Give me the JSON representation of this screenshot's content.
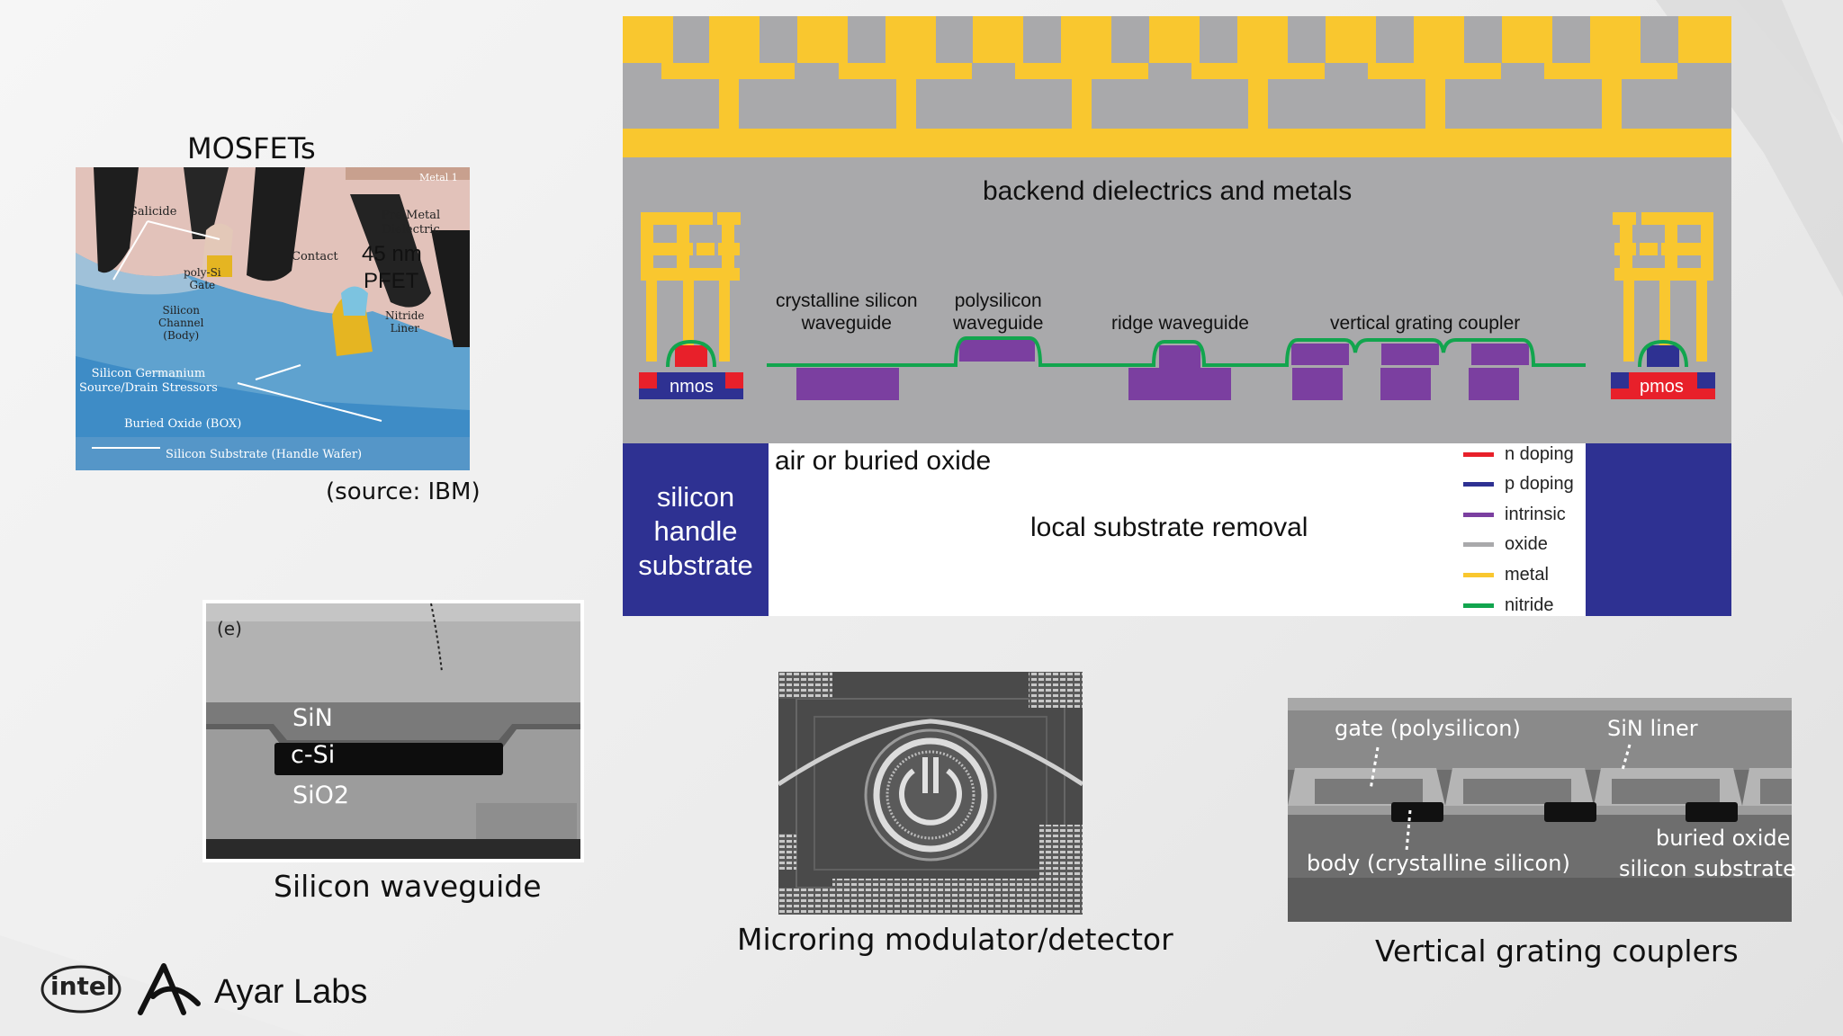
{
  "mosfet": {
    "title": "MOSFETs",
    "source": "(source: IBM)",
    "labels": {
      "metal1": "Metal 1",
      "salicide": "Salicide",
      "premetal": "Pre-Metal\nDielectric",
      "contact": "Contact",
      "node": "45 nm",
      "pfet": "PFET",
      "polysi": "poly-Si\nGate",
      "channel": "Silicon\nChannel\n(Body)",
      "nitride": "Nitride\nLiner",
      "sige": "Silicon Germanium\nSource/Drain Stressors",
      "box": "Buried Oxide (BOX)",
      "handle": "Silicon Substrate (Handle Wafer)"
    }
  },
  "waveguide": {
    "panel_tag": "(e)",
    "sin": "SiN",
    "csi": "c-Si",
    "sio2": "SiO2",
    "caption": "Silicon waveguide"
  },
  "microring": {
    "caption": "Microring modulator/detector"
  },
  "grating": {
    "gate": "gate (polysilicon)",
    "sin_liner": "SiN liner",
    "body": "body (crystalline silicon)",
    "buried_oxide": "buried oxide",
    "silicon_substrate": "silicon substrate",
    "caption": "Vertical grating couplers"
  },
  "diagram": {
    "backend": "backend dielectrics and metals",
    "crystalline": "crystalline silicon\nwaveguide",
    "polysilicon": "polysilicon\nwaveguide",
    "ridge": "ridge waveguide",
    "vgc": "vertical grating coupler",
    "nmos": "nmos",
    "pmos": "pmos",
    "air": "air or buried oxide",
    "local": "local substrate removal",
    "handle": "silicon\nhandle\nsubstrate",
    "legend": [
      {
        "label": "n doping",
        "color": "#e8202a"
      },
      {
        "label": "p doping",
        "color": "#2e3192"
      },
      {
        "label": "intrinsic",
        "color": "#7b3fa0"
      },
      {
        "label": "oxide",
        "color": "#a9a9ab"
      },
      {
        "label": "metal",
        "color": "#f9c72f"
      },
      {
        "label": "nitride",
        "color": "#12a54e"
      }
    ]
  },
  "logos": {
    "intel": "intel",
    "ayar": "Ayar Labs"
  }
}
